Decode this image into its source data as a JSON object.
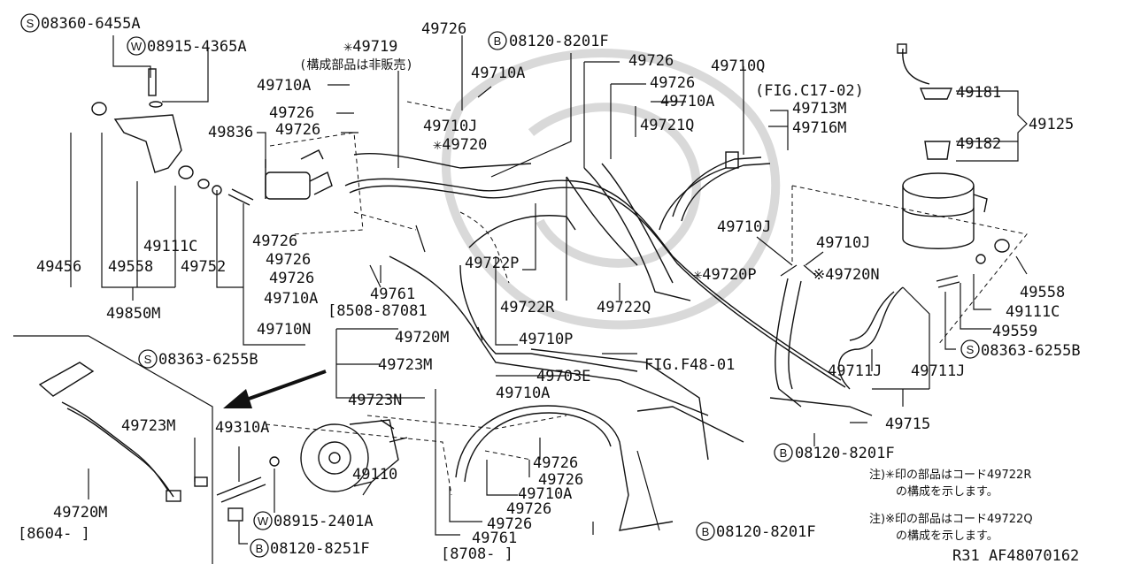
{
  "labels": {
    "p_08360_6455a": "08360-6455A",
    "p_08915_4365a": "08915-4365A",
    "p_49719": "✳49719",
    "p_49719_note": "(構成部品は非販売)",
    "p_49726_top": "49726",
    "p_08120_8201f_top": "08120-8201F",
    "p_49710a_top": "49710A",
    "p_49726_r1": "49726",
    "p_49710q": "49710Q",
    "p_49710a_l": "49710A",
    "p_49726_r2": "49726",
    "p_fig_c17": "(FIG.C17-02)",
    "p_49726_l1": "49726",
    "p_49710j_top": "49710J",
    "p_49710a_r": "49710A",
    "p_49713m": "49713M",
    "p_49836": "49836",
    "p_49726_l2": "49726",
    "p_49721q": "49721Q",
    "p_49716m": "49716M",
    "p_49720": "✳49720",
    "p_49181": "49181",
    "p_49125": "49125",
    "p_49182": "49182",
    "p_49726_l3": "49726",
    "p_49111c": "49111C",
    "p_49726_l4": "49726",
    "p_49710j_a": "49710J",
    "p_49710j_b": "49710J",
    "p_49456": "49456",
    "p_49558": "49558",
    "p_49752": "49752",
    "p_49726_l5": "49726",
    "p_49722p": "49722P",
    "p_49720p": "✳49720P",
    "p_49720n": "※49720N",
    "p_49558_r": "49558",
    "p_49710a_l2": "49710A",
    "p_49761": "49761",
    "p_49722r": "49722R",
    "p_49722q": "49722Q",
    "p_49111c_r": "49111C",
    "p_49850m": "49850M",
    "p_8508_8708": "[8508-87081",
    "p_49559": "49559",
    "p_49710n": "49710N",
    "p_49720m": "49720M",
    "p_49710p": "49710P",
    "p_08363_6255b_r": "08363-6255B",
    "p_08363_6255b_l": "08363-6255B",
    "p_49723m": "49723M",
    "p_fig_f48": "FIG.F48-01",
    "p_49711j_a": "49711J",
    "p_49711j_b": "49711J",
    "p_49703e": "49703E",
    "p_49710a_b": "49710A",
    "p_49723n": "49723N",
    "p_49715": "49715",
    "p_49723m_l": "49723M",
    "p_49310a": "49310A",
    "p_08120_8201f_r": "08120-8201F",
    "p_49726_b1": "49726",
    "p_49726_b2": "49726",
    "p_49110": "49110",
    "p_49710a_b2": "49710A",
    "p_49720m_l": "49720M",
    "p_49726_b3": "49726",
    "p_08915_2401a": "08915-2401A",
    "p_49726_b4": "49726",
    "p_8604": "[8604-    ]",
    "p_08120_8201f_b": "08120-8201F",
    "p_49761_b": "49761",
    "p_08120_8251f": "08120-8251F",
    "p_8708": "[8708-    ]",
    "p_r31": "R31  AF48070162"
  },
  "notes": {
    "note1_l1": "注)✳印の部品はコード49722R",
    "note1_l2": "の構成を示します。",
    "note2_l1": "注)※印の部品はコード49722Q",
    "note2_l2": "の構成を示します。"
  },
  "circle_letters": {
    "s": "S",
    "w": "W",
    "b": "B"
  },
  "icons": {
    "arrow": "direction-arrow-icon",
    "pump": "power-steering-pump-icon",
    "reservoir": "reservoir-tank-icon"
  }
}
